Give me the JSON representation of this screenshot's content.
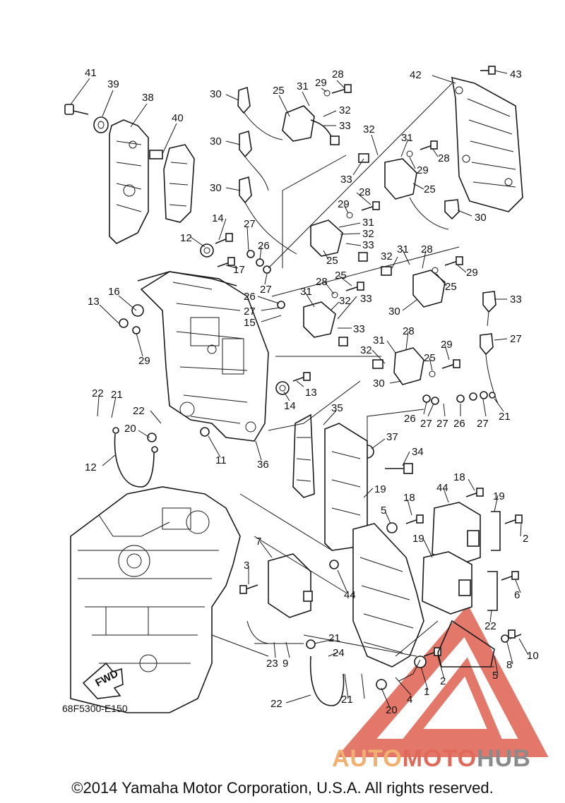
{
  "diagram": {
    "code": "68F5300-E150",
    "copyright": "©2014 Yamaha Motor Corporation, U.S.A. All rights reserved.",
    "fwd_label": "FWD",
    "watermark": {
      "part1": "AUTO",
      "part2": "MOTO",
      "part3": "HUB"
    },
    "colors": {
      "line": "#1a1a1a",
      "watermark_red": "#e06a5a",
      "watermark_orange": "#f0b070",
      "watermark_grey": "#8a8a8a"
    }
  },
  "callouts": [
    "41",
    "39",
    "38",
    "40",
    "30",
    "25",
    "31",
    "29",
    "28",
    "32",
    "33",
    "42",
    "43",
    "30",
    "31",
    "32",
    "33",
    "29",
    "28",
    "25",
    "30",
    "28",
    "29",
    "31",
    "32",
    "33",
    "25",
    "30",
    "14",
    "12",
    "27",
    "26",
    "17",
    "27",
    "26",
    "27",
    "15",
    "16",
    "13",
    "29",
    "28",
    "25",
    "31",
    "32",
    "33",
    "33",
    "32",
    "31",
    "28",
    "29",
    "25",
    "30",
    "33",
    "32",
    "31",
    "28",
    "29",
    "25",
    "30",
    "27",
    "26",
    "27",
    "27",
    "26",
    "27",
    "21",
    "22",
    "21",
    "22",
    "20",
    "12",
    "14",
    "13",
    "11",
    "36",
    "35",
    "37",
    "34",
    "19",
    "18",
    "44",
    "19",
    "2",
    "5",
    "18",
    "19",
    "6",
    "7",
    "3",
    "44",
    "22",
    "21",
    "24",
    "23",
    "9",
    "10",
    "8",
    "5",
    "2",
    "1",
    "4",
    "20",
    "22",
    "21"
  ]
}
